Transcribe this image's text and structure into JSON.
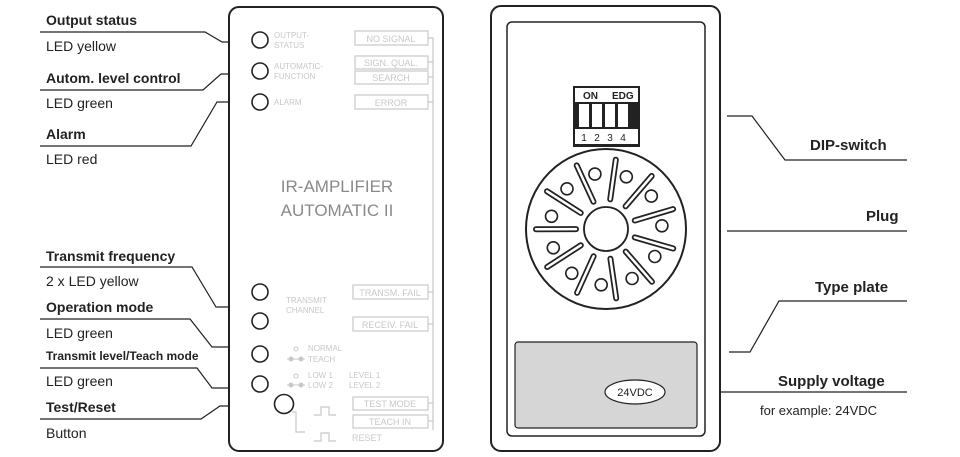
{
  "left_labels": {
    "output_status": {
      "title": "Output status",
      "desc": "LED yellow"
    },
    "autom_level_control": {
      "title": "Autom. level control",
      "desc": "LED green"
    },
    "alarm": {
      "title": "Alarm",
      "desc": "LED red"
    },
    "transmit_frequency": {
      "title": "Transmit frequency",
      "desc": "2 x LED yellow"
    },
    "operation_mode": {
      "title": "Operation mode",
      "desc": "LED green"
    },
    "transmit_level_teach_mode": {
      "title": "Transmit level/Teach mode",
      "desc": "LED green"
    },
    "test_reset": {
      "title": "Test/Reset",
      "desc": "Button"
    }
  },
  "front_panel": {
    "title_line1": "IR-AMPLIFIER",
    "title_line2": "AUTOMATIC II",
    "led_output_status": [
      "OUTPUT-",
      "STATUS"
    ],
    "led_automatic_function": [
      "AUTOMATIC-",
      "FUNCTION"
    ],
    "led_alarm": "ALARM",
    "box_no_signal": "NO SIGNAL",
    "box_sign_qual": "SIGN. QUAL.",
    "box_search": "SEARCH",
    "box_error": "ERROR",
    "transmit_channel": [
      "TRANSMIT",
      "CHANNEL"
    ],
    "box_transm_fail": "TRANSM. FAIL",
    "box_receiv_fail": "RECEIV. FAIL",
    "normal": "NORMAL",
    "teach": "TEACH",
    "low1": "LOW 1",
    "low2": "LOW 2",
    "level1": "LEVEL 1",
    "level2": "LEVEL 2",
    "box_test_mode": "TEST MODE",
    "box_teach_in": "TEACH IN",
    "reset": "RESET"
  },
  "back_panel": {
    "dip_on": "ON",
    "dip_edg": "EDG",
    "dip_numbers": [
      "1",
      "2",
      "3",
      "4"
    ],
    "type_plate_voltage": "24VDC"
  },
  "right_labels": {
    "dip_switch": "DIP-switch",
    "plug": "Plug",
    "type_plate": "Type plate",
    "supply_voltage": "Supply voltage",
    "supply_example": "for example: 24VDC"
  }
}
